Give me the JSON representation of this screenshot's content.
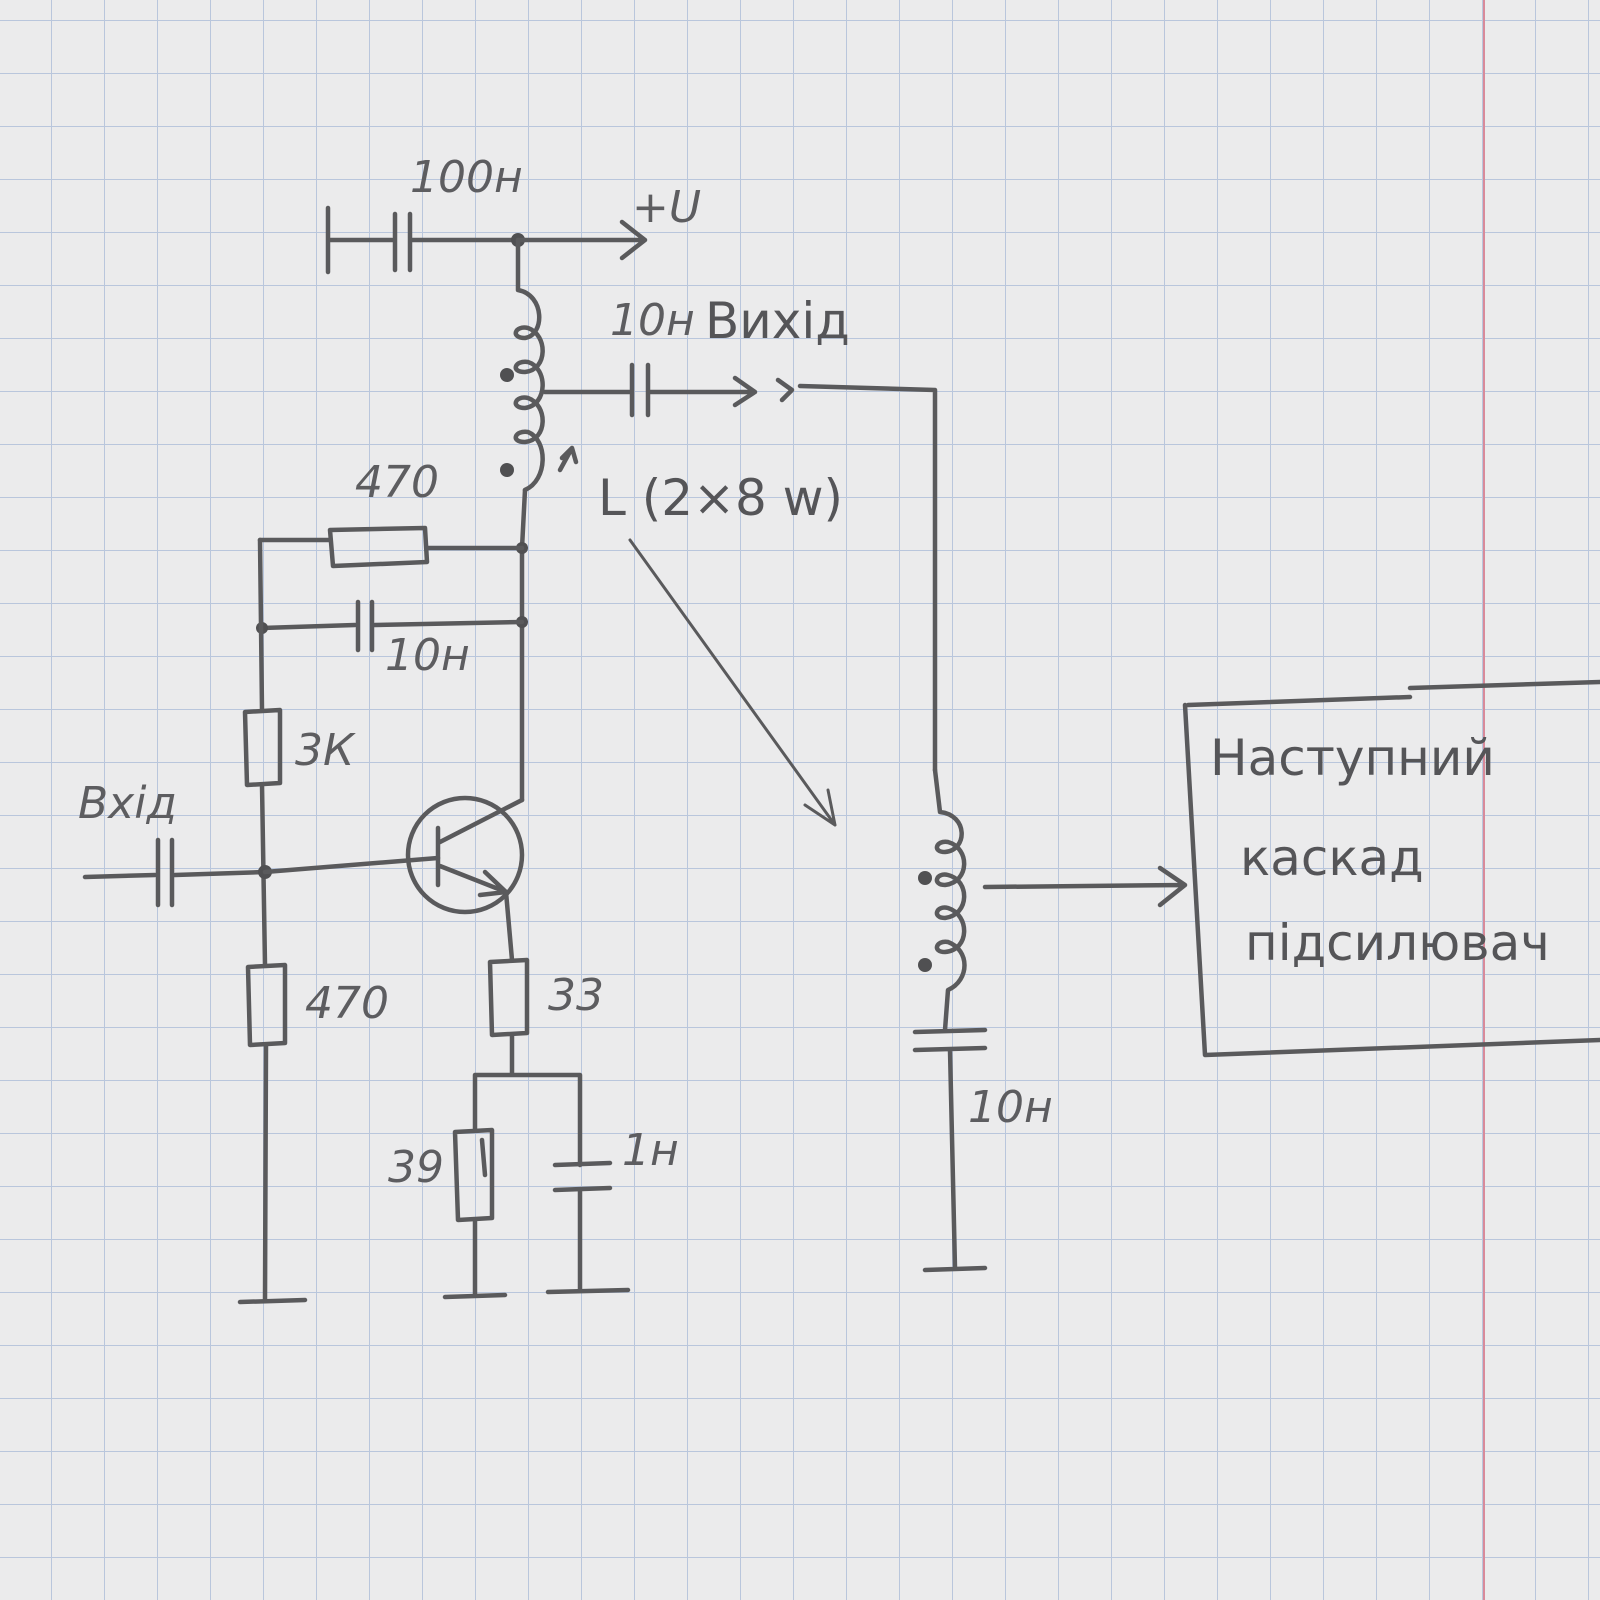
{
  "labels": {
    "top_cap": "100н",
    "supply": "+U",
    "output_cap": "10н",
    "output": "Вихід",
    "feedback_resistor": "470",
    "inductor": "L (2×8 w)",
    "feedback_cap": "10н",
    "bias_upper": "3К",
    "input": "Вхід",
    "bias_lower": "470",
    "emitter_resistor": "33",
    "emitter_resistor_2": "39",
    "emitter_cap": "1н",
    "series_cap": "10н"
  },
  "next_stage": {
    "line1": "Наступний",
    "line2": "каскад",
    "line3": "підсилювач"
  },
  "colors": {
    "grid": "#b9c6dc",
    "margin": "#d88a9a",
    "pencil": "#5a5a5c"
  }
}
